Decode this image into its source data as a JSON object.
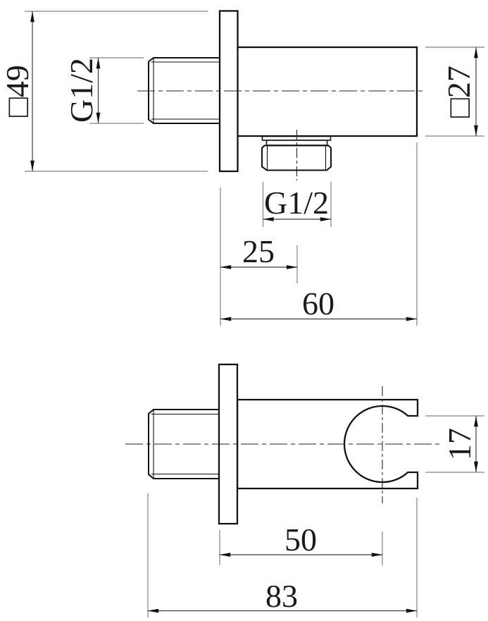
{
  "drawing": {
    "background": "#ffffff",
    "line_color": "#1a1a1a",
    "views": {
      "outlet": {
        "dims": {
          "plate_square": "□49",
          "inlet_thread": "G1/2",
          "body_square": "□27",
          "outlet_thread": "G1/2",
          "outlet_offset": "25",
          "body_projection": "60"
        }
      },
      "holder": {
        "dims": {
          "holder_opening": "17",
          "holder_center_offset": "50",
          "overall_projection": "83"
        }
      }
    }
  }
}
